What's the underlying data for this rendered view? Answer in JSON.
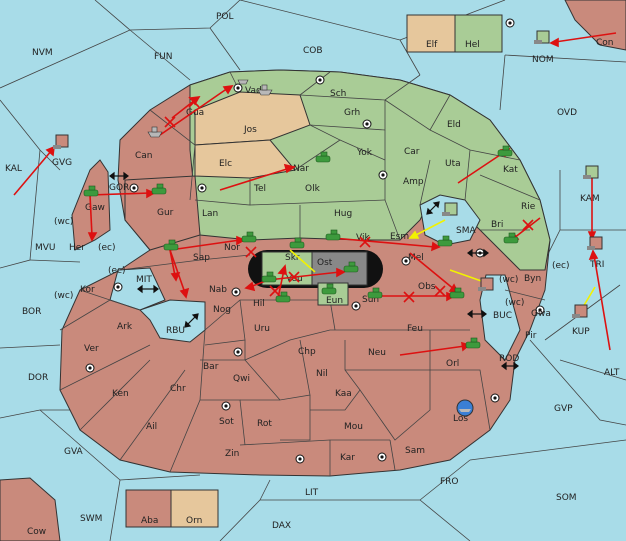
{
  "colors": {
    "sea": "#a8dce8",
    "land_red": "#c98a7c",
    "land_green": "#a9cc96",
    "land_tan": "#e6c79c",
    "land_neutral": "#c98a7c",
    "border": "#333333",
    "move_arrow": "#dd1111",
    "support_arrow": "#f2f200",
    "unit_army": "#3d9a3d",
    "unit_fleet": "#b8b8b8"
  },
  "legend_top": {
    "tan_label": "Elf",
    "green_label": "Hel"
  },
  "legend_bottom": {
    "red_label": "Aba",
    "tan_label": "Orn"
  },
  "sea_labels": {
    "POL": "POL",
    "NVM": "NVM",
    "FUN": "FUN",
    "COB": "COB",
    "NOM": "NOM",
    "Con": "Con",
    "OVD": "OVD",
    "KAL": "KAL",
    "GVG": "GVG",
    "MVU": "MVU",
    "BOR": "BOR",
    "DOR": "DOR",
    "GVA": "GVA",
    "SWM": "SWM",
    "Cow": "Cow",
    "DAX": "DAX",
    "LIT": "LIT",
    "FRO": "FRO",
    "SOM": "SOM",
    "GVP": "GVP",
    "ALT": "ALT",
    "KAM": "KAM",
    "TRI": "TRI",
    "KUP": "KUP",
    "ROD": "ROD",
    "BUC": "BUC",
    "SMA": "SMA",
    "GOR": "GOR",
    "MIT": "MIT",
    "RBU": "RBU"
  },
  "land_labels": {
    "Vad": "Vad",
    "Sch": "Sch",
    "Gua": "Gua",
    "Jos": "Jos",
    "Can": "Can",
    "Grh": "Grh",
    "Eld": "Eld",
    "Elc": "Elc",
    "Yok": "Yok",
    "Car": "Car",
    "Uta": "Uta",
    "Nar": "Nar",
    "Kat": "Kat",
    "Tel": "Tel",
    "Olk": "Olk",
    "Amp": "Amp",
    "Gaw": "Gaw",
    "Gur": "Gur",
    "Lan": "Lan",
    "Hug": "Hug",
    "Rie": "Rie",
    "Bri": "Bri",
    "Esm": "Esm",
    "Vik": "Vik",
    "Her": "Her",
    "Nor": "Nor",
    "Skr": "Skr",
    "Ost": "Ost",
    "Mel": "Mel",
    "Byn": "Byn",
    "Sap": "Sap",
    "Kor": "Kor",
    "Veu": "Veu",
    "Nab": "Nab",
    "Eun": "Eun",
    "Obs": "Obs",
    "Sun": "Sun",
    "Hil": "Hil",
    "Gwa": "Gwa",
    "Nog": "Nog",
    "Ark": "Ark",
    "Uru": "Uru",
    "Feu": "Feu",
    "Pir": "Pir",
    "Ver": "Ver",
    "Chp": "Chp",
    "Neu": "Neu",
    "Orl": "Orl",
    "Bar": "Bar",
    "Qwi": "Qwi",
    "Nil": "Nil",
    "Ken": "Ken",
    "Chr": "Chr",
    "Kaa": "Kaa",
    "Los": "Los",
    "Ail": "Ail",
    "Sot": "Sot",
    "Rot": "Rot",
    "Mou": "Mou",
    "Zin": "Zin",
    "Kar": "Kar",
    "Sam": "Sam"
  },
  "coast_labels": {
    "gaw_wc": "(wc)",
    "her_ec": "(ec)",
    "kor_ec": "(ec)",
    "kor_wc": "(wc)",
    "byn_wc": "(wc)",
    "byn_ec": "(ec)",
    "gwa_wc": "(wc)"
  }
}
